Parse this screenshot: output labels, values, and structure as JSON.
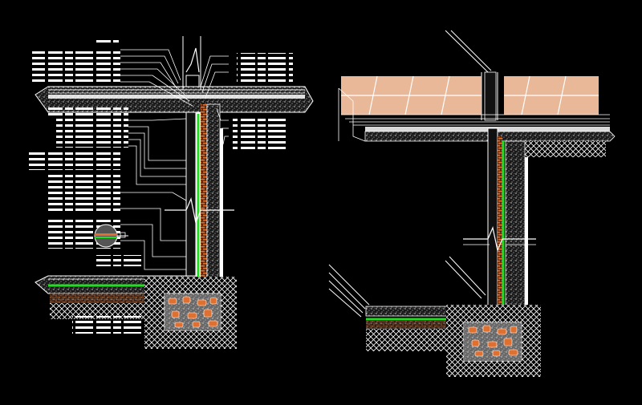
{
  "drawing": {
    "background": "#000000",
    "colors": {
      "line": "#ffffff",
      "membrane": "#22dd22",
      "brick": "#e07030",
      "tile": "#e8b898",
      "tile_joint": "#ffffff",
      "concrete": "#bbbbbb"
    },
    "views": [
      {
        "name": "left-section",
        "label_count": 40,
        "detail_callout": "circle"
      },
      {
        "name": "right-section",
        "label_count": 0,
        "finish": "floor-tiles"
      }
    ]
  }
}
